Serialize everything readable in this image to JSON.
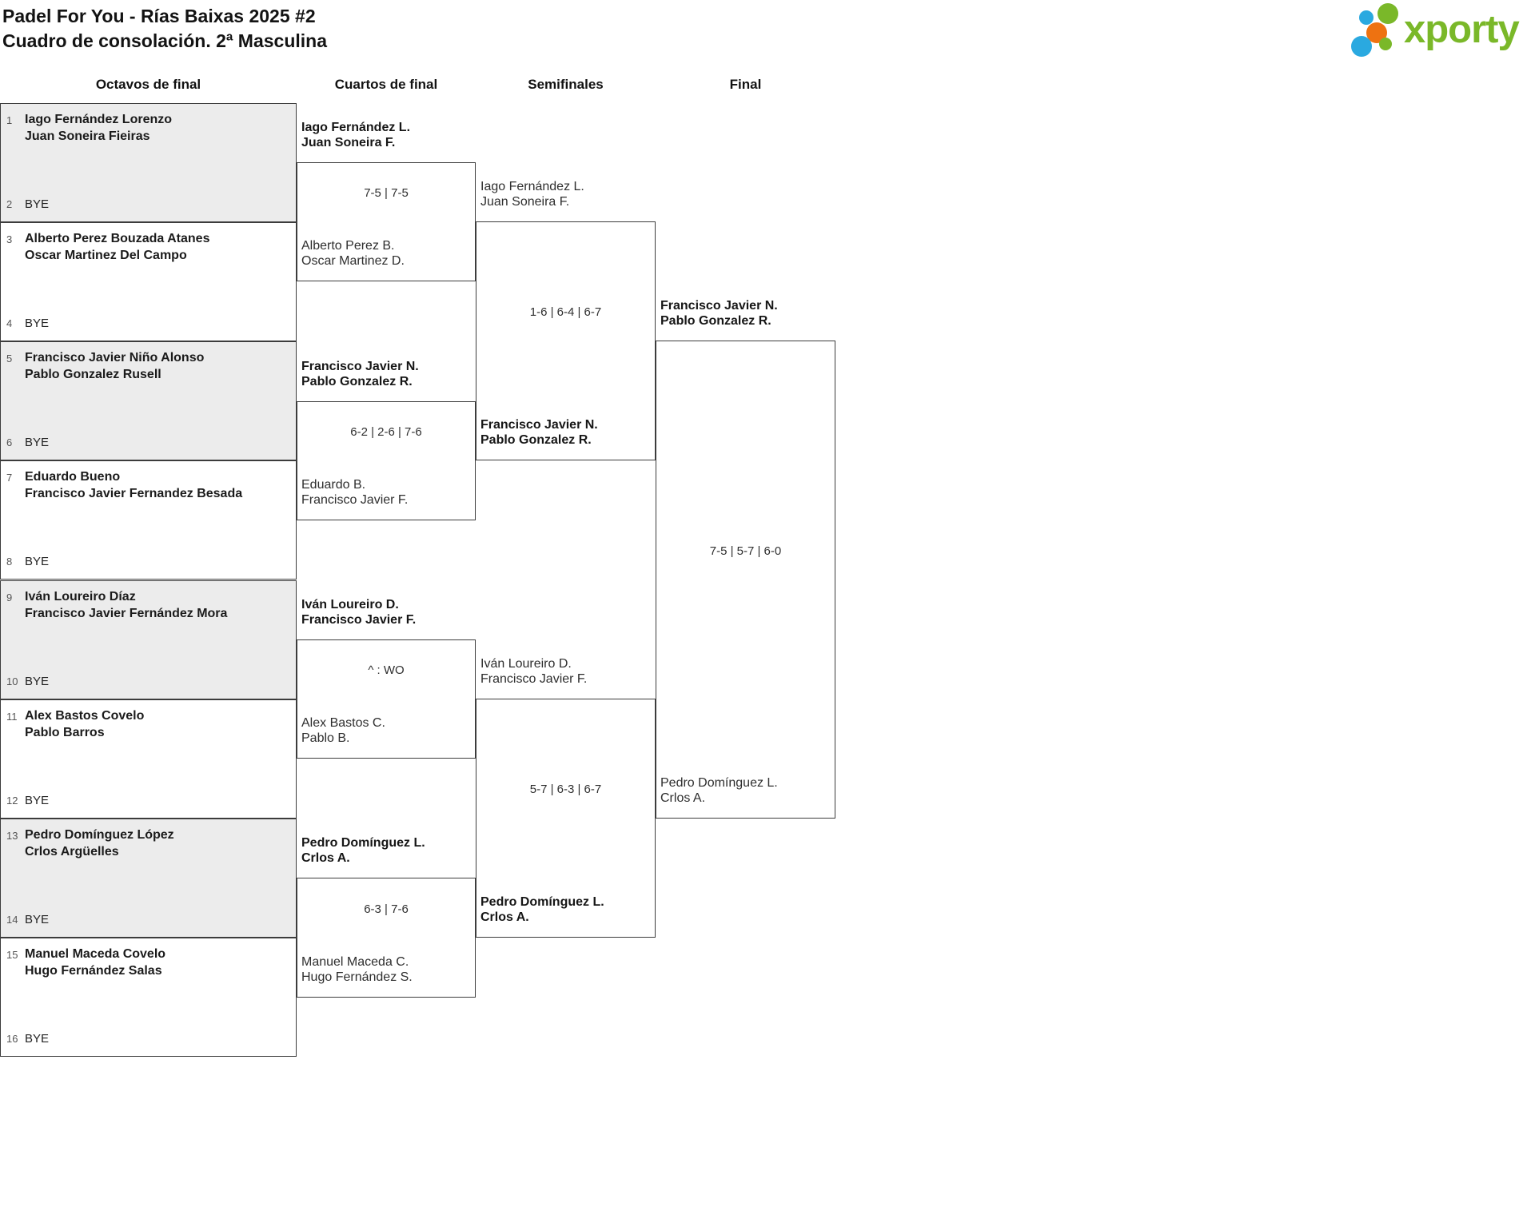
{
  "header": {
    "title": "Padel For You - Rías Baixas 2025 #2",
    "subtitle": "Cuadro de consolación. 2ª Masculina"
  },
  "logo": {
    "text": "xporty",
    "colors": {
      "green": "#7ab829",
      "blue": "#2aa9e0",
      "orange": "#ee7211"
    }
  },
  "columns": [
    "Octavos de final",
    "Cuartos de final",
    "Semifinales",
    "Final"
  ],
  "bye_label": "BYE",
  "octavos": [
    {
      "seed": "1",
      "players": [
        "Iago Fernández Lorenzo",
        "Juan Soneira Fieiras"
      ],
      "bye_seed": "2"
    },
    {
      "seed": "3",
      "players": [
        "Alberto Perez Bouzada Atanes",
        "Oscar Martinez Del Campo"
      ],
      "bye_seed": "4"
    },
    {
      "seed": "5",
      "players": [
        "Francisco Javier Niño Alonso",
        "Pablo Gonzalez Rusell"
      ],
      "bye_seed": "6"
    },
    {
      "seed": "7",
      "players": [
        "Eduardo Bueno",
        "Francisco Javier Fernandez Besada"
      ],
      "bye_seed": "8"
    },
    {
      "seed": "9",
      "players": [
        "Iván Loureiro Díaz",
        "Francisco Javier Fernández Mora"
      ],
      "bye_seed": "10"
    },
    {
      "seed": "11",
      "players": [
        "Alex Bastos Covelo",
        "Pablo Barros"
      ],
      "bye_seed": "12"
    },
    {
      "seed": "13",
      "players": [
        "Pedro Domínguez López",
        "Crlos Argüelles"
      ],
      "bye_seed": "14"
    },
    {
      "seed": "15",
      "players": [
        "Manuel Maceda Covelo",
        "Hugo Fernández Salas"
      ],
      "bye_seed": "16"
    }
  ],
  "cuartos": [
    {
      "team1": [
        "Iago Fernández L.",
        "Juan Soneira F."
      ],
      "team2": [
        "Alberto Perez B.",
        "Oscar Martinez D."
      ],
      "score": "7-5 | 7-5",
      "winner": "team1"
    },
    {
      "team1": [
        "Francisco Javier N.",
        "Pablo Gonzalez R."
      ],
      "team2": [
        "Eduardo B.",
        "Francisco Javier F."
      ],
      "score": "6-2 | 2-6 | 7-6",
      "winner": "team1"
    },
    {
      "team1": [
        "Iván Loureiro D.",
        "Francisco Javier F."
      ],
      "team2": [
        "Alex Bastos C.",
        "Pablo B."
      ],
      "score": "^ : WO",
      "winner": "team1"
    },
    {
      "team1": [
        "Pedro Domínguez L.",
        "Crlos A."
      ],
      "team2": [
        "Manuel Maceda C.",
        "Hugo Fernández S."
      ],
      "score": "6-3 | 7-6",
      "winner": "team1"
    }
  ],
  "semifinales": [
    {
      "team1": [
        "Iago Fernández L.",
        "Juan Soneira F."
      ],
      "team2": [
        "Francisco Javier N.",
        "Pablo Gonzalez R."
      ],
      "score": "1-6 | 6-4 | 6-7",
      "winner": "team2"
    },
    {
      "team1": [
        "Iván Loureiro D.",
        "Francisco Javier F."
      ],
      "team2": [
        "Pedro Domínguez L.",
        "Crlos A."
      ],
      "score": "5-7 | 6-3 | 6-7",
      "winner": "team2"
    }
  ],
  "final": [
    {
      "team1": [
        "Francisco Javier N.",
        "Pablo Gonzalez R."
      ],
      "team2": [
        "Pedro Domínguez L.",
        "Crlos A."
      ],
      "score": "7-5 | 5-7 | 6-0",
      "winner": "team1"
    }
  ]
}
